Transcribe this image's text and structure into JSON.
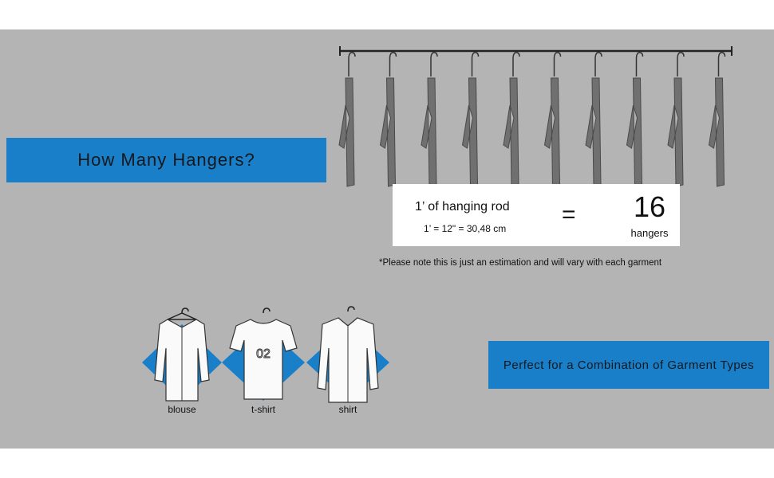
{
  "header": {
    "title": "How Many Hangers?"
  },
  "rod_info": {
    "label": "1’ of hanging rod",
    "conversion": "1’ = 12\" = 30,48 cm",
    "equals": "=",
    "count": "16",
    "count_unit": "hangers"
  },
  "note": "*Please note this is just an estimation and will vary with each garment",
  "garments": [
    {
      "label": "blouse"
    },
    {
      "label": "t-shirt",
      "number": "02"
    },
    {
      "label": "shirt"
    }
  ],
  "combo_banner": {
    "text": "Perfect for a Combination of Garment Types"
  },
  "colors": {
    "background": "#b4b4b4",
    "accent_blue": "#1a7fc9",
    "hanger": "#707070"
  }
}
